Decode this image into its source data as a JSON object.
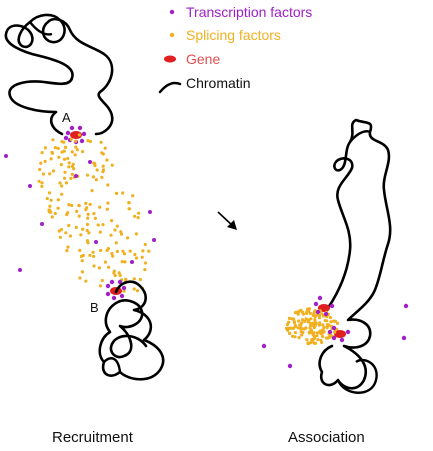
{
  "legend": {
    "transcription_factors": {
      "label": "Transcription factors",
      "color": "#a020c8"
    },
    "splicing_factors": {
      "label": "Splicing factors",
      "color": "#f0b020"
    },
    "gene": {
      "label": "Gene",
      "color": "#e02020"
    },
    "chromatin": {
      "label": "Chromatin",
      "color": "#000000"
    }
  },
  "labels": {
    "site_a": "A",
    "site_b": "B"
  },
  "panels": {
    "left_caption": "Recruitment",
    "right_caption": "Association"
  },
  "arrow_icon": "arrow-down-right-icon"
}
